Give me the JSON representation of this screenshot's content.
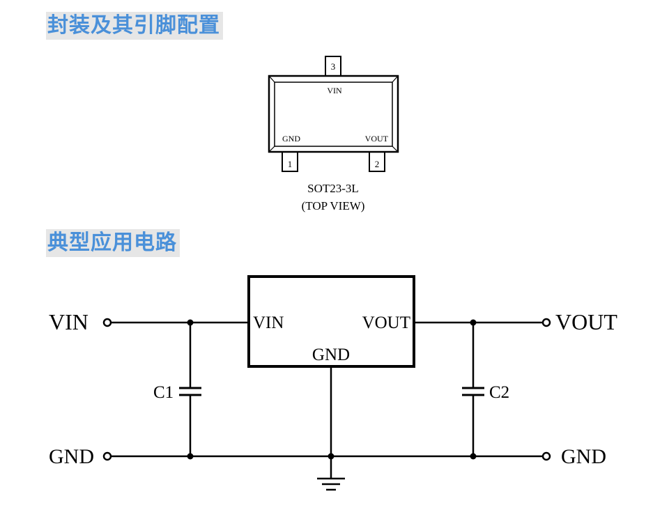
{
  "headings": {
    "package": "封装及其引脚配置",
    "circuit": "典型应用电路"
  },
  "package": {
    "pin3_number": "3",
    "pin1_number": "1",
    "pin2_number": "2",
    "pin3_label": "VIN",
    "pin1_label": "GND",
    "pin2_label": "VOUT",
    "name": "SOT23-3L",
    "view": "(TOP VIEW)"
  },
  "circuit": {
    "ic_vin": "VIN",
    "ic_vout": "VOUT",
    "ic_gnd": "GND",
    "in_vin": "VIN",
    "in_gnd": "GND",
    "out_vout": "VOUT",
    "out_gnd": "GND",
    "c1": "C1",
    "c2": "C2"
  }
}
